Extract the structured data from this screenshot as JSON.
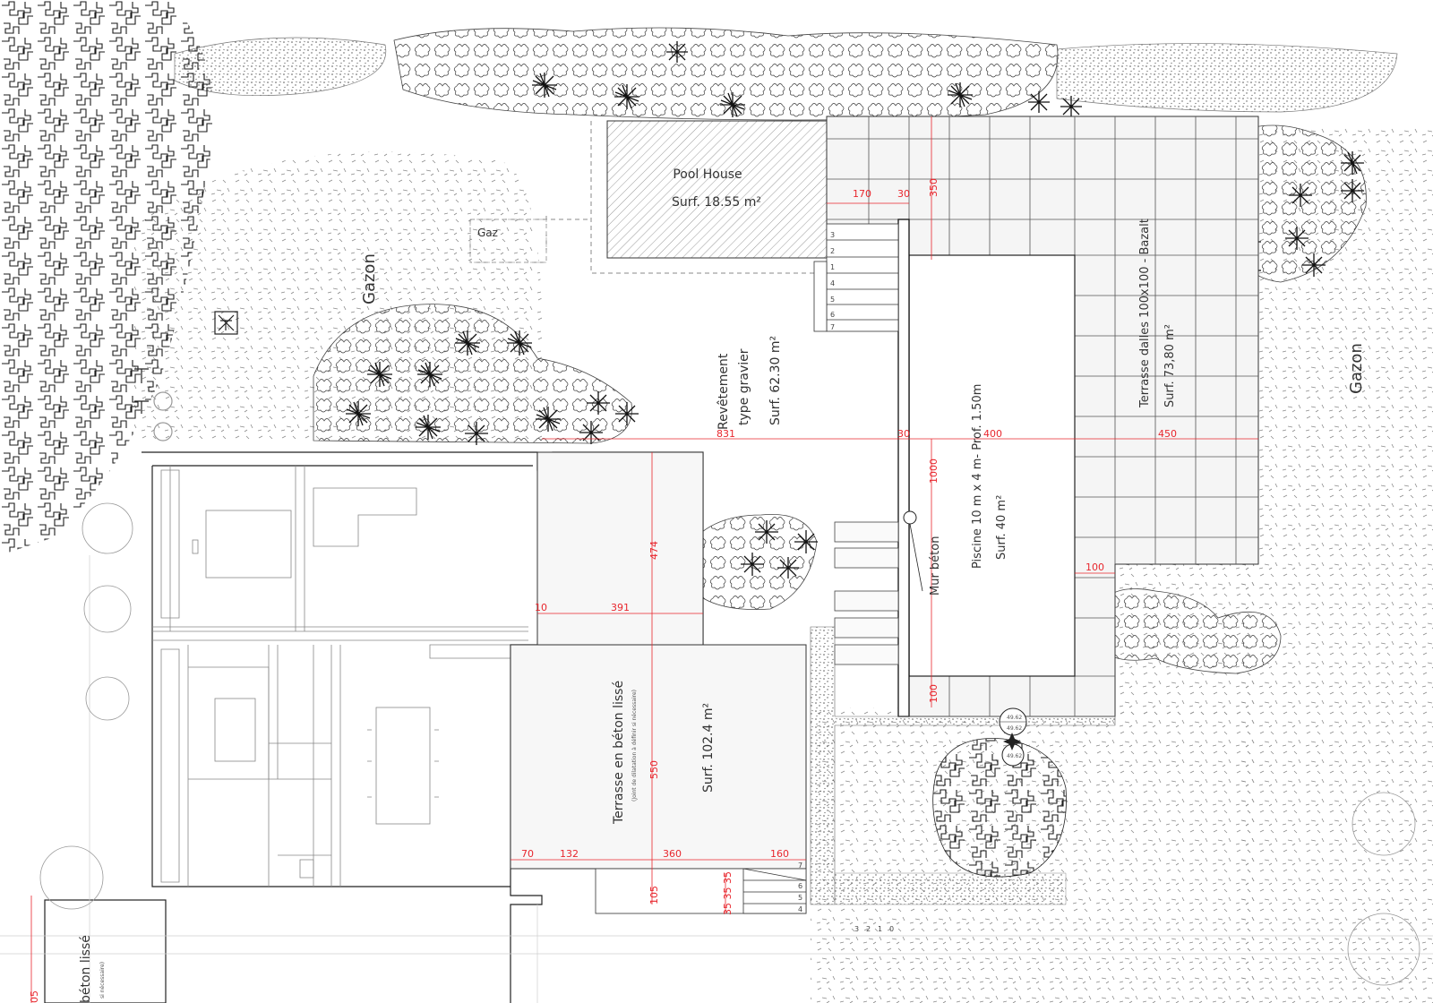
{
  "labels": {
    "pool_house": "Pool House",
    "pool_house_area": "Surf. 18.55 m²",
    "gaz": "Gaz",
    "lawn_left": "Gazon",
    "lawn_right": "Gazon",
    "gravel_title_1": "Revêtement",
    "gravel_title_2": "type gravier",
    "gravel_area": "Surf. 62.30 m²",
    "pool_title": "Piscine 10 m x 4 m- Prof. 1.50m",
    "pool_area": "Surf. 40 m²",
    "wall": "Mur béton",
    "deck_title": "Terrasse dalles 100x100 - Bazalt",
    "deck_area": "Surf. 73,80 m²",
    "terrace_title": "Terrasse en béton lissé",
    "terrace_note": "(Joint de dilatation à définir si nécessaire)",
    "terrace_area": "Surf. 102.4 m²",
    "terrace2_title": "béton lissé",
    "terrace2_note": "si nécessaire)",
    "edge_dim": "05",
    "level_1a": "49.62",
    "level_1b": "49.62",
    "level_2": "49.62"
  },
  "dimensions": {
    "d170": "170",
    "d30a": "30",
    "d350": "350",
    "d831": "831",
    "d30b": "30",
    "d400": "400",
    "d450": "450",
    "d1000": "1000",
    "d474": "474",
    "d10": "10",
    "d391": "391",
    "d100a": "100",
    "d100b": "100",
    "d550": "550",
    "d70": "70",
    "d132": "132",
    "d360": "360",
    "d160": "160",
    "d105": "105",
    "d35": "35 35 35"
  },
  "steps_top": [
    "3",
    "2",
    "1",
    "4",
    "5",
    "6",
    "7"
  ],
  "steps_bottom": [
    "7",
    "6",
    "5",
    "4"
  ],
  "steps_grid": [
    "3",
    "2",
    "1",
    "0"
  ],
  "colors": {
    "line": "#1a1a1a",
    "dimension": "#e8262d",
    "hatch": "#888888",
    "paving": "#f3f3f3"
  }
}
